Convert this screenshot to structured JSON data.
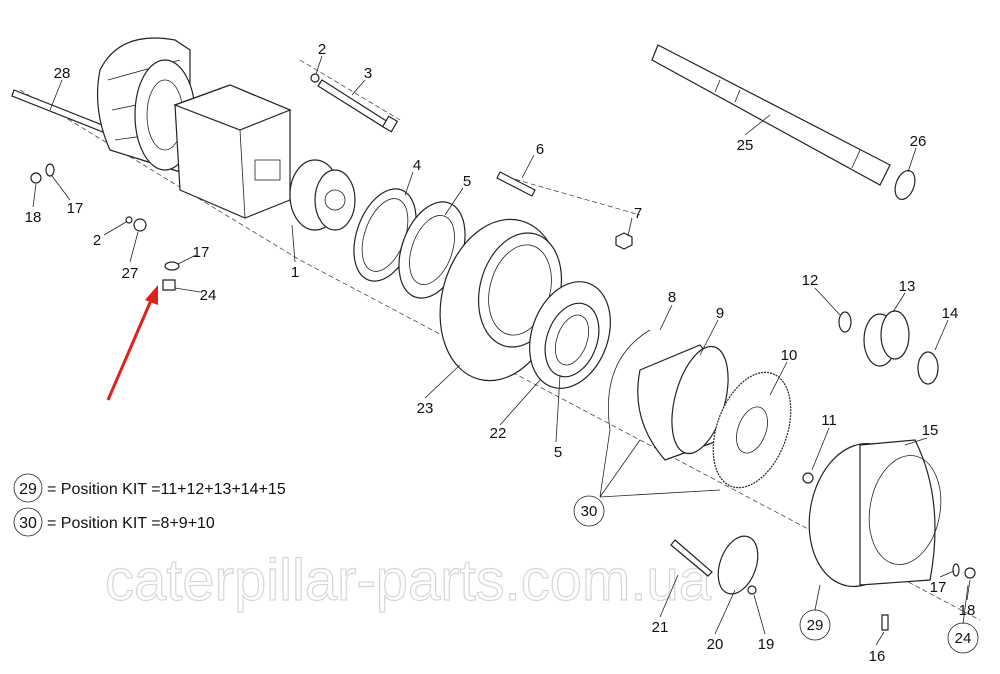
{
  "diagram": {
    "labels": {
      "l28": "28",
      "l2a": "2",
      "l3": "3",
      "l18a": "18",
      "l17a": "17",
      "l2b": "2",
      "l27": "27",
      "l17b": "17",
      "l24a": "24",
      "l1": "1",
      "l4": "4",
      "l5a": "5",
      "l6": "6",
      "l7": "7",
      "l25": "25",
      "l26": "26",
      "l23": "23",
      "l22": "22",
      "l5b": "5",
      "l8": "8",
      "l9": "9",
      "l10": "10",
      "l12": "12",
      "l13": "13",
      "l14": "14",
      "l11": "11",
      "l15": "15",
      "l30": "30",
      "l21": "21",
      "l20": "20",
      "l19": "19",
      "l29": "29",
      "l16": "16",
      "l17c": "17",
      "l18b": "18",
      "l24b": "24"
    },
    "legend": [
      {
        "kit": "29",
        "text": "= Position KIT =11+12+13+14+15"
      },
      {
        "kit": "30",
        "text": "= Position KIT =8+9+10"
      }
    ],
    "watermark": "caterpillar-parts.com.ua",
    "colors": {
      "arrow": "#e0201b",
      "line": "#222222"
    }
  }
}
